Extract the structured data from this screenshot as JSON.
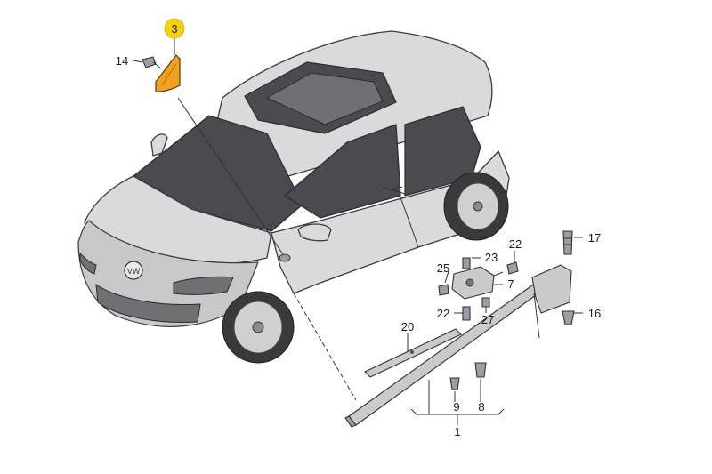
{
  "highlight_color": "#f5d20a",
  "reflector_color": "#f0a020",
  "callouts": {
    "c3": "3",
    "c14": "14",
    "c23": "23",
    "c22a": "22",
    "c17": "17",
    "c25": "25",
    "c7": "7",
    "c22b": "22",
    "c27": "27",
    "c16": "16",
    "c20": "20",
    "c9": "9",
    "c8": "8",
    "c1": "1"
  },
  "badge": "VW"
}
